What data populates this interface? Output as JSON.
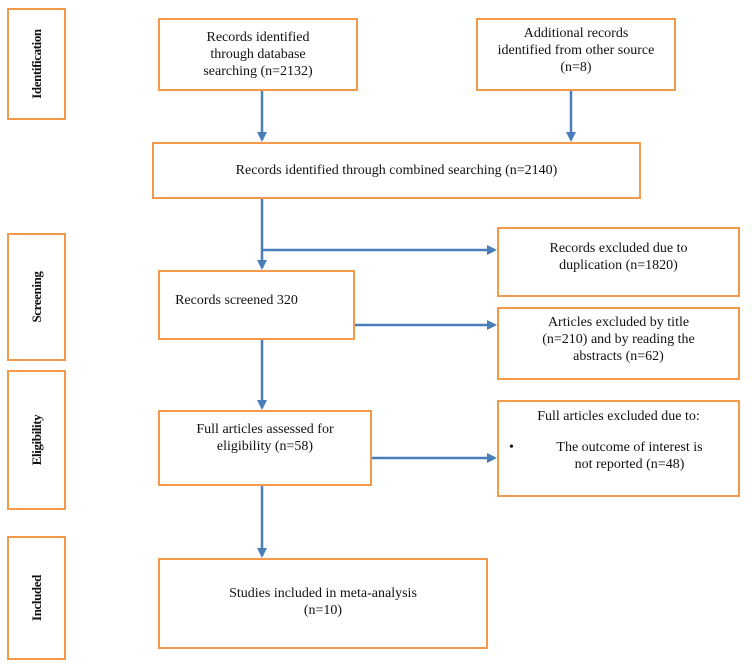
{
  "stages": {
    "identification": "Identification",
    "screening": "Screening",
    "eligibility": "Eligibility",
    "included": "Included"
  },
  "boxes": {
    "database_search": "Records identified\nthrough database\nsearching (n=2132)",
    "other_sources": "Additional records\nidentified from other source\n(n=8)",
    "combined_search": "Records identified through combined searching (n=2140)",
    "duplicates_excluded": "Records excluded due to\nduplication (n=1820)",
    "screened": "Records screened 320",
    "title_abstract_excluded": "Articles excluded by title\n(n=210) and by reading the\nabstracts (n=62)",
    "full_text_assessed": "Full articles assessed for\neligibility (n=58)",
    "full_text_excluded_heading": "Full articles excluded due to:",
    "full_text_excluded_bullet": "The outcome of interest is\nnot reported (n=48)",
    "bullet_symbol": "•",
    "included_studies": "Studies included in meta-analysis\n(n=10)"
  },
  "colors": {
    "box_border": "#f29a4a",
    "arrow": "#4a7ebb"
  }
}
